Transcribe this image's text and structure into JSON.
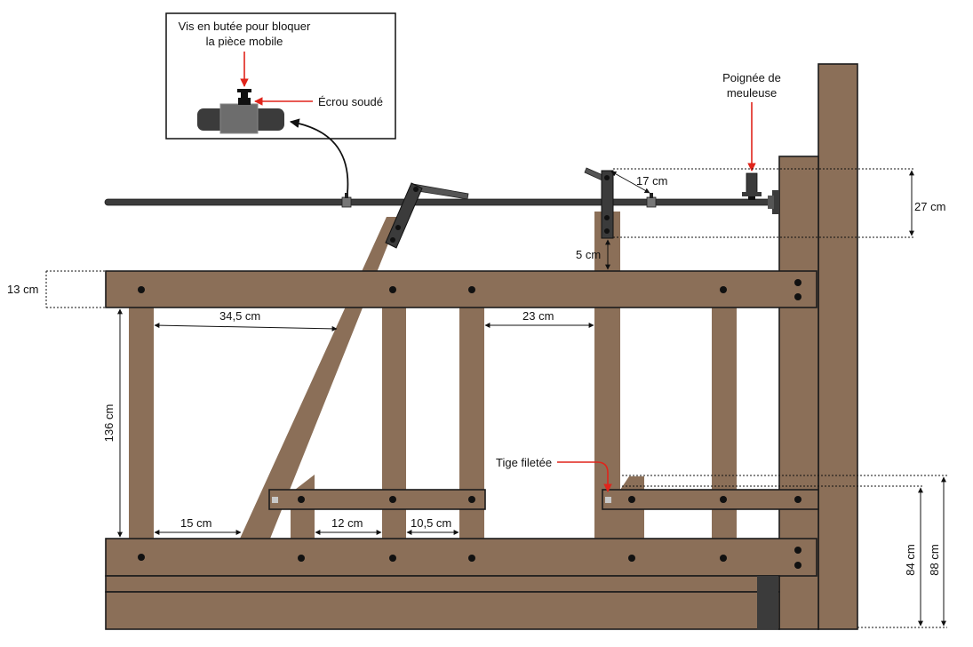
{
  "inset": {
    "caption_line1": "Vis en butée pour bloquer",
    "caption_line2": "la pièce mobile",
    "nut_label": "Écrou soudé"
  },
  "callouts": {
    "grinder_handle_line1": "Poignée de",
    "grinder_handle_line2": "meuleuse",
    "threaded_rod": "Tige filetée"
  },
  "dimensions": {
    "d17": "17 cm",
    "d27": "27 cm",
    "d5": "5 cm",
    "d13": "13 cm",
    "d34_5": "34,5 cm",
    "d23": "23  cm",
    "d136": "136 cm",
    "d15": "15 cm",
    "d12": "12 cm",
    "d10_5": "10,5 cm",
    "d84": "84 cm",
    "d88": "88 cm"
  },
  "colors": {
    "wood": "#8b6f58",
    "outline": "#1c1c1c",
    "metal": "#3b3b3b",
    "callout_arrow": "#e0241b",
    "background": "#ffffff"
  }
}
